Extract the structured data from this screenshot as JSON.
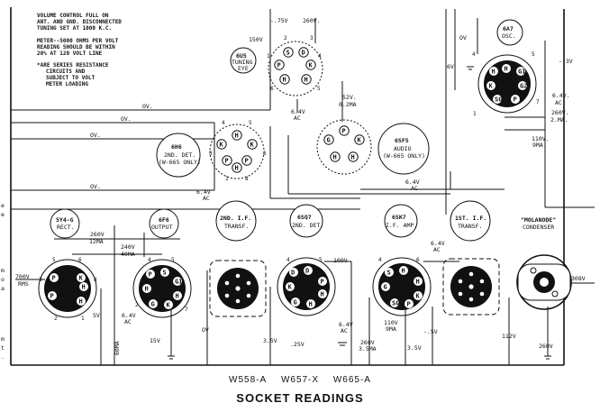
{
  "notes": {
    "lines": [
      "VOLUME CONTROL FULL ON",
      "ANT. AND GND. DISCONNECTED",
      "TUNING SET AT 1000 K.C.",
      "",
      "METER--5000 OHMS PER VOLT",
      "READING SHOULD BE WITHIN",
      "20% AT 120 VOLT LINE",
      "",
      "*ARE SERIES RESISTANCE",
      "CIRCUITS AND",
      "SUBJECT TO VOLT",
      "METER LOADING"
    ]
  },
  "tubes": {
    "6u5": {
      "name": "6U5",
      "function": "TUNING",
      "function2": "EYE"
    },
    "6a7": {
      "name": "6A7",
      "function": "OSC."
    },
    "6h6": {
      "name": "6H6",
      "function": "2ND. DET.",
      "function2": "(W-665 ONLY)"
    },
    "6sf5": {
      "name": "6SF5",
      "function": "AUDIO",
      "function2": "(W-665 ONLY)"
    },
    "5y4g": {
      "name": "5Y4-G",
      "function": "RECT."
    },
    "6f6": {
      "name": "6F6",
      "function": "OUTPUT"
    },
    "if2": {
      "name": "2ND. I.F.",
      "function": "TRANSF."
    },
    "6sq7": {
      "name": "6SQ7",
      "function": "2ND. DET."
    },
    "6sk7": {
      "name": "6SK7",
      "function": "I.F. AMP."
    },
    "if1": {
      "name": "1ST. I.F.",
      "function": "TRANSF."
    },
    "molanode": {
      "name": "\"MOLANODE\"",
      "function": "CONDENSER"
    }
  },
  "readings": {
    "v75_top": "-.75V",
    "v260_top": "260V.",
    "v150": "150V",
    "v64_6u5": "6.4V",
    "ac_6u5": "AC",
    "v52": "52V.",
    "ma02": "0.2MA",
    "ov_1": "OV.",
    "ov_2": "OV.",
    "ov_3": "OV.",
    "ov_4": "OV.",
    "ov_6a7_left": "OV",
    "v6_6a7": "6V",
    "v3_6a7": "-.3V",
    "v64_6a7": "6.4V.",
    "ac_6a7": "AC",
    "v260_6a7": "260V.",
    "ma2_6a7": "2.MA.",
    "v110_6a7": "110V.",
    "ma9_6a7": "9MA.",
    "v64_mid_a": "6.4V",
    "ac_mid_a": "AC",
    "v64_mid_b": "6.4V",
    "ac_mid_b": "AC",
    "v260_rect": "260V",
    "ma12_rect": "12MA",
    "v240": "240V",
    "ma40": "40MA",
    "v700": "700V",
    "rms": "RMS",
    "v64_rect": "6.4V",
    "ac_rect": "AC",
    "v5": "5V",
    "ma60": "60MA",
    "v15": "15V",
    "ov_6f6": "OV",
    "v100": "100V",
    "v35_6sq7": "3.5V",
    "v25": ".25V",
    "v64_6sq7": "6.4V",
    "ac_6sq7": "AC",
    "v64_6sk7": "6.4V",
    "ac_6sk7": "AC",
    "v110_6sk7": "110V",
    "ma9_6sk7": "9MA",
    "v260_6sk7": "260V",
    "ma35": "3.5MA",
    "v35_6sk7": "3.5V",
    "v5_6sk7": "-.5V",
    "v112": "112V",
    "v260_mol": "260V",
    "v308": "308V"
  },
  "pins": {
    "p1": "1",
    "p2": "2",
    "p3": "3",
    "p4": "4",
    "p5": "5",
    "p6": "6",
    "p7": "7",
    "p8": "8",
    "lH": "H",
    "lK": "K",
    "lP": "P",
    "lG": "G",
    "lC": "C",
    "lS": "S",
    "lG1": "G1",
    "lG2": "G2",
    "lSG": "SG",
    "lP1": "P1",
    "lP2": "P2",
    "lD": "D"
  },
  "margin_fragments": [
    "e",
    "e",
    "m",
    "o",
    "a",
    "m",
    "t",
    "."
  ],
  "footer": {
    "models": [
      "W558-A",
      "W657-X",
      "W665-A"
    ],
    "title": "SOCKET READINGS"
  }
}
